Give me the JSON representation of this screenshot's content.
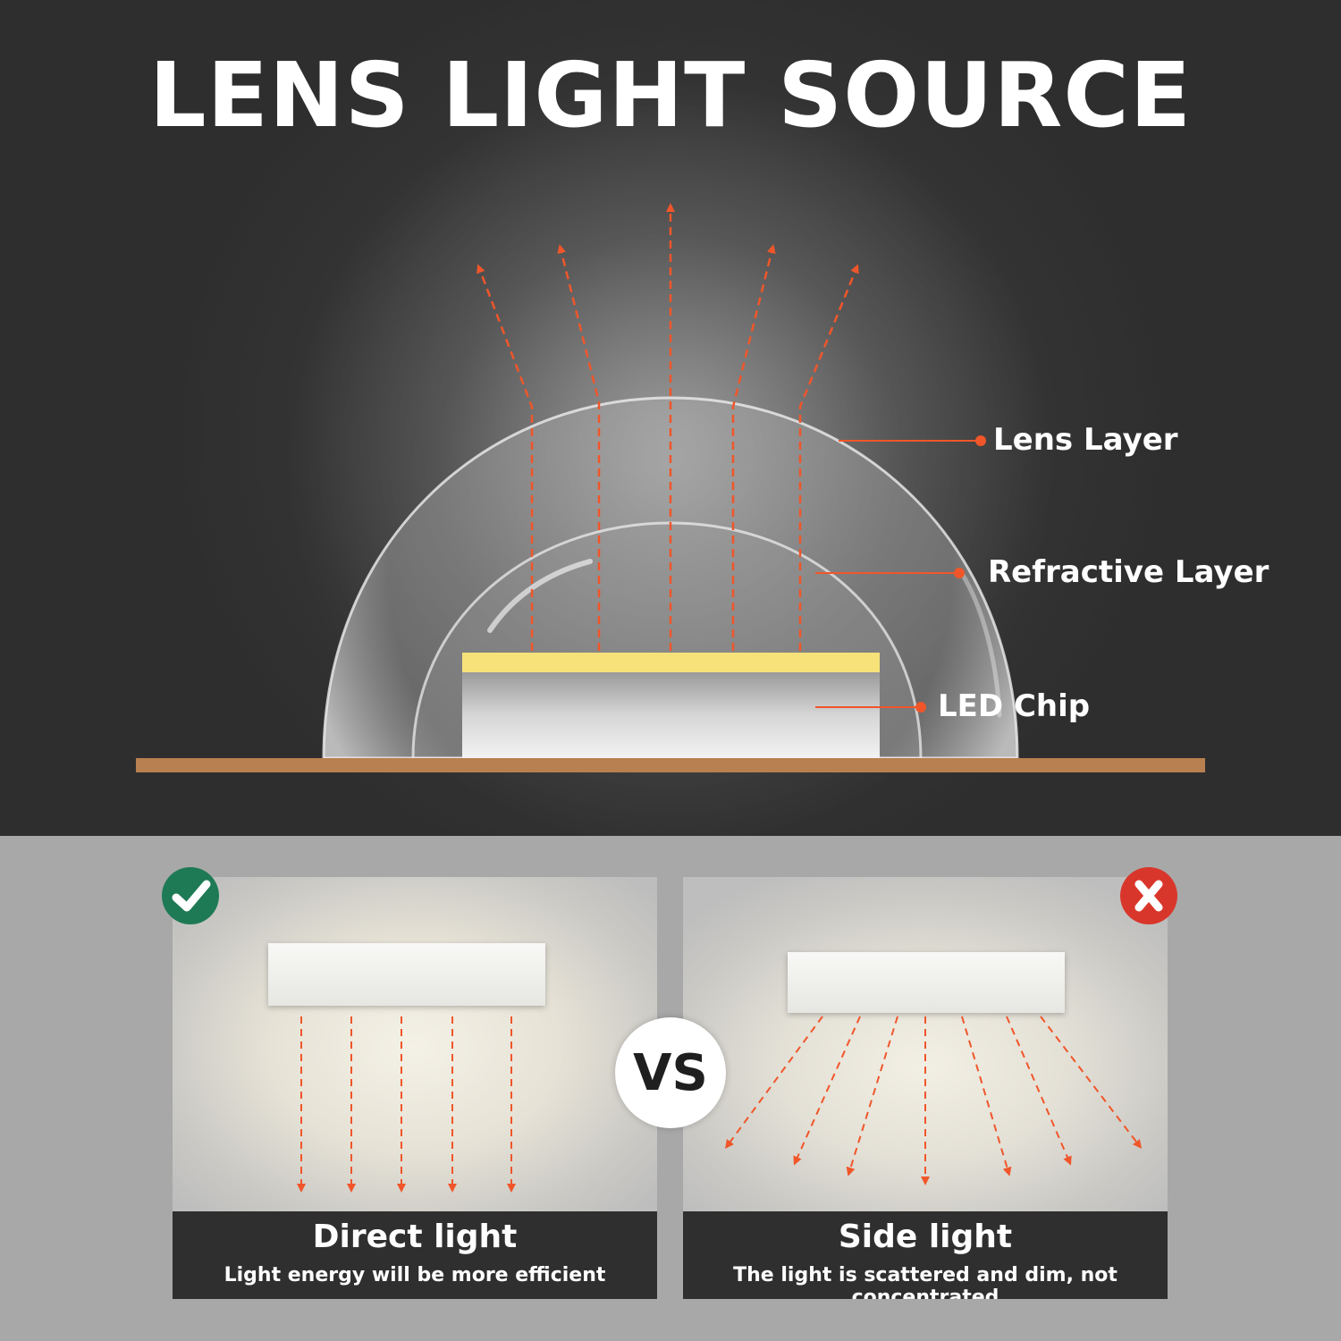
{
  "title": "LENS LIGHT SOURCE",
  "labels": {
    "lens_layer": "Lens Layer",
    "refractive_layer": "Refractive Layer",
    "led_chip": "LED Chip"
  },
  "comparison": {
    "vs": "VS",
    "left": {
      "title": "Direct light",
      "subtitle": "Light energy will be more efficient",
      "badge": "check-icon"
    },
    "right": {
      "title": "Side light",
      "subtitle": "The light is scattered and dim, not concentrated",
      "badge": "cross-icon"
    }
  },
  "colors": {
    "arrow": "#f0562a",
    "base": "#b88050",
    "chip_top": "#f7e27a",
    "check_badge": "#1e7a55",
    "cross_badge": "#d9362b"
  }
}
